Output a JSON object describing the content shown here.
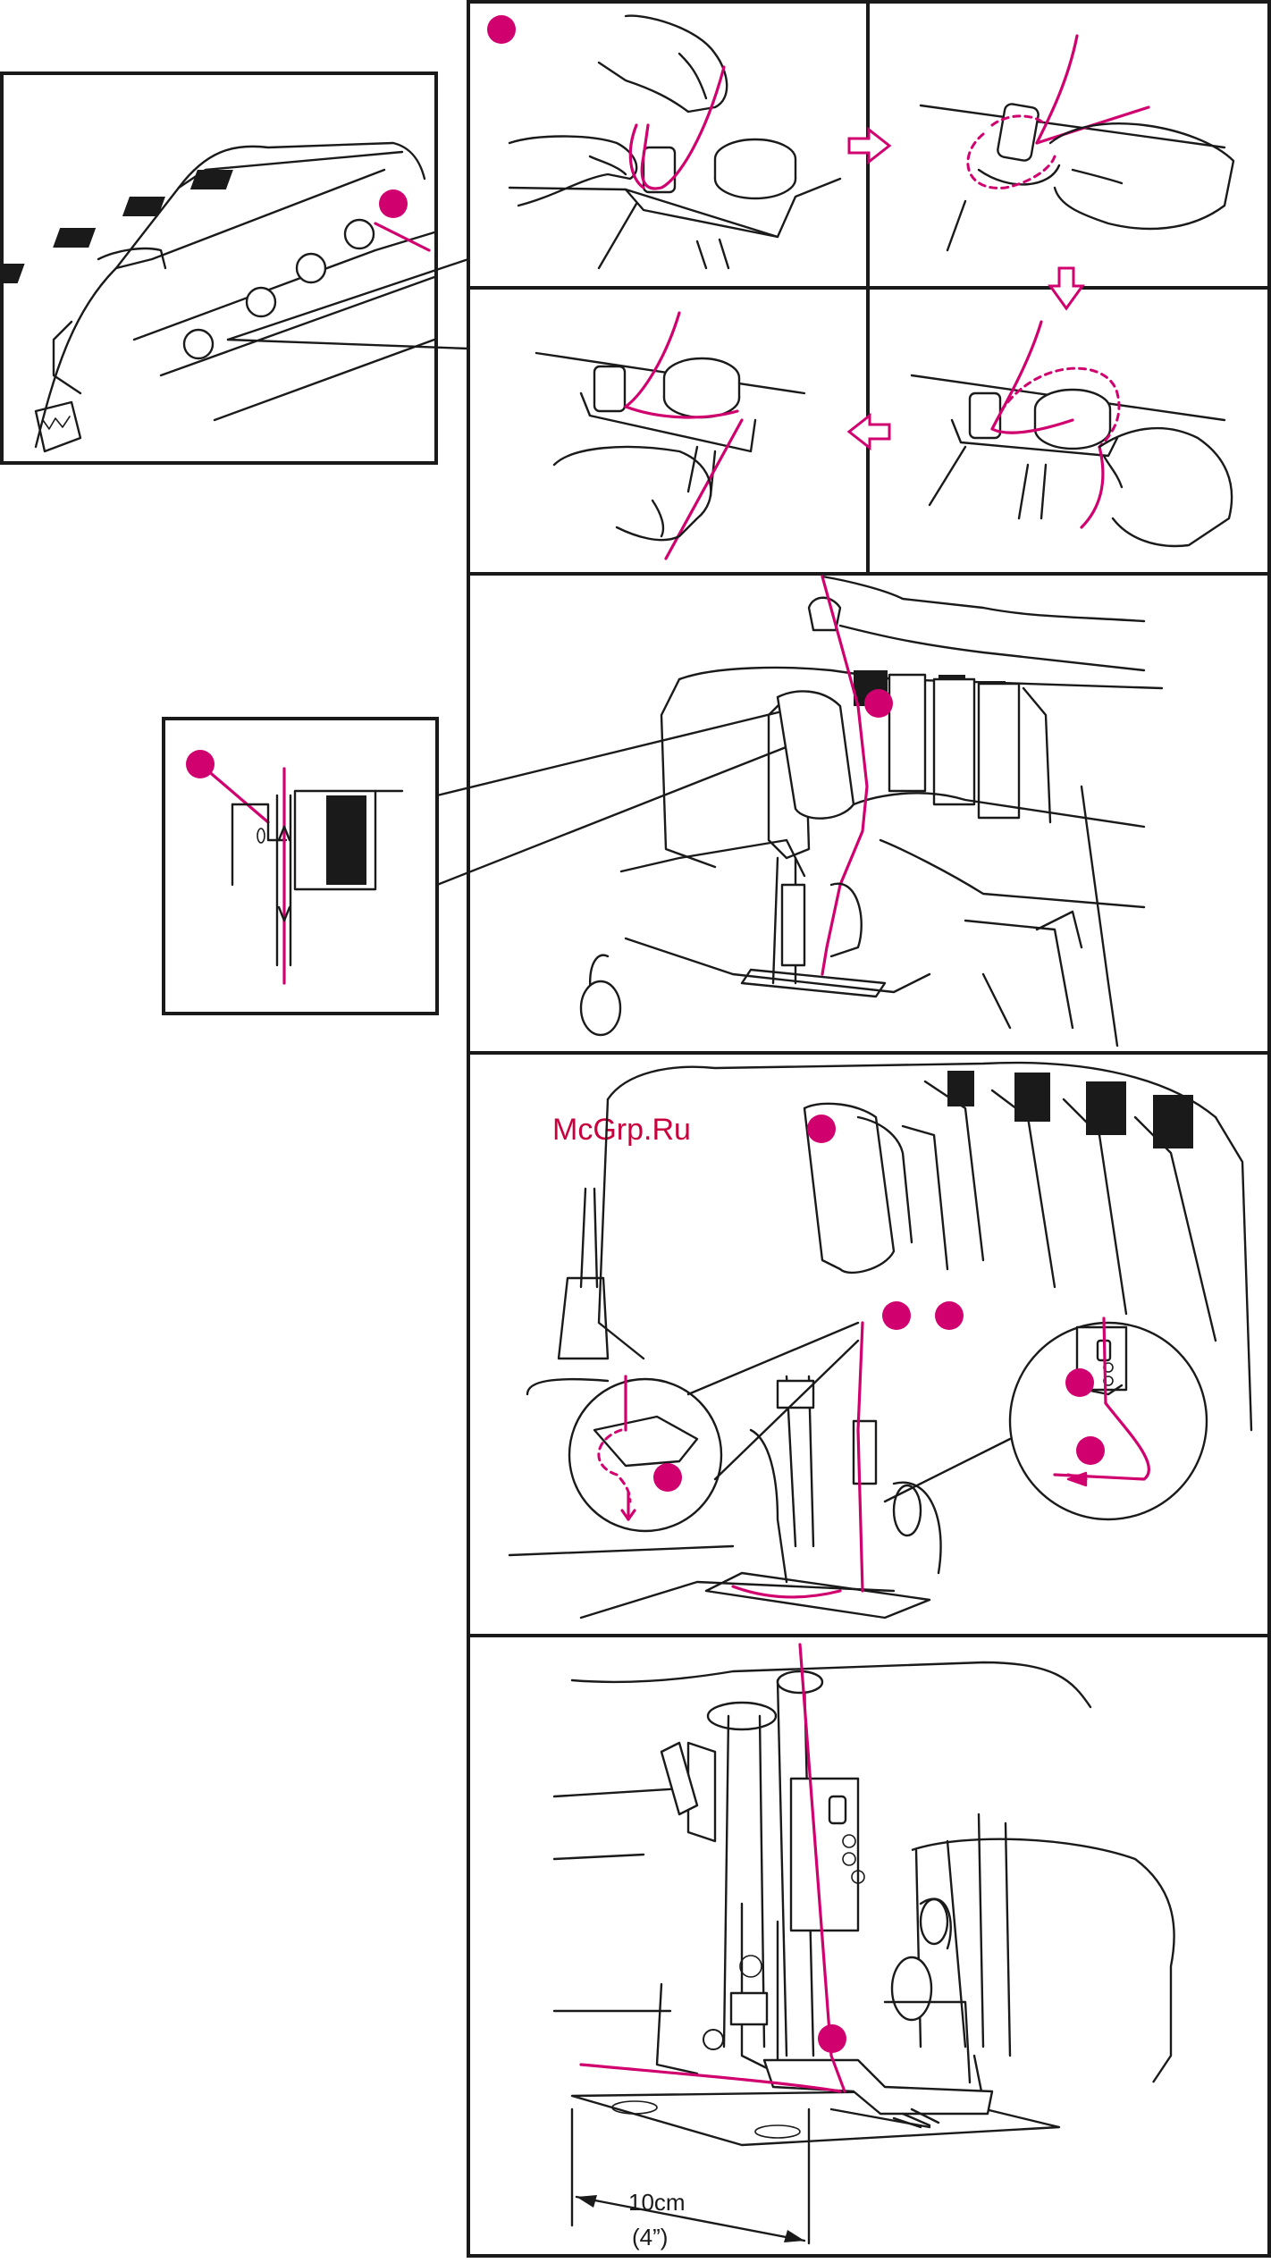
{
  "colors": {
    "accent": "#d1006f",
    "line": "#1a1a1a",
    "background": "#ffffff"
  },
  "watermark": "McGrp.Ru",
  "measurement": {
    "metric": "10cm",
    "imperial": "(4”)"
  },
  "icons": [
    "arrow-right-icon",
    "arrow-down-icon",
    "arrow-left-icon",
    "callout-marker"
  ]
}
